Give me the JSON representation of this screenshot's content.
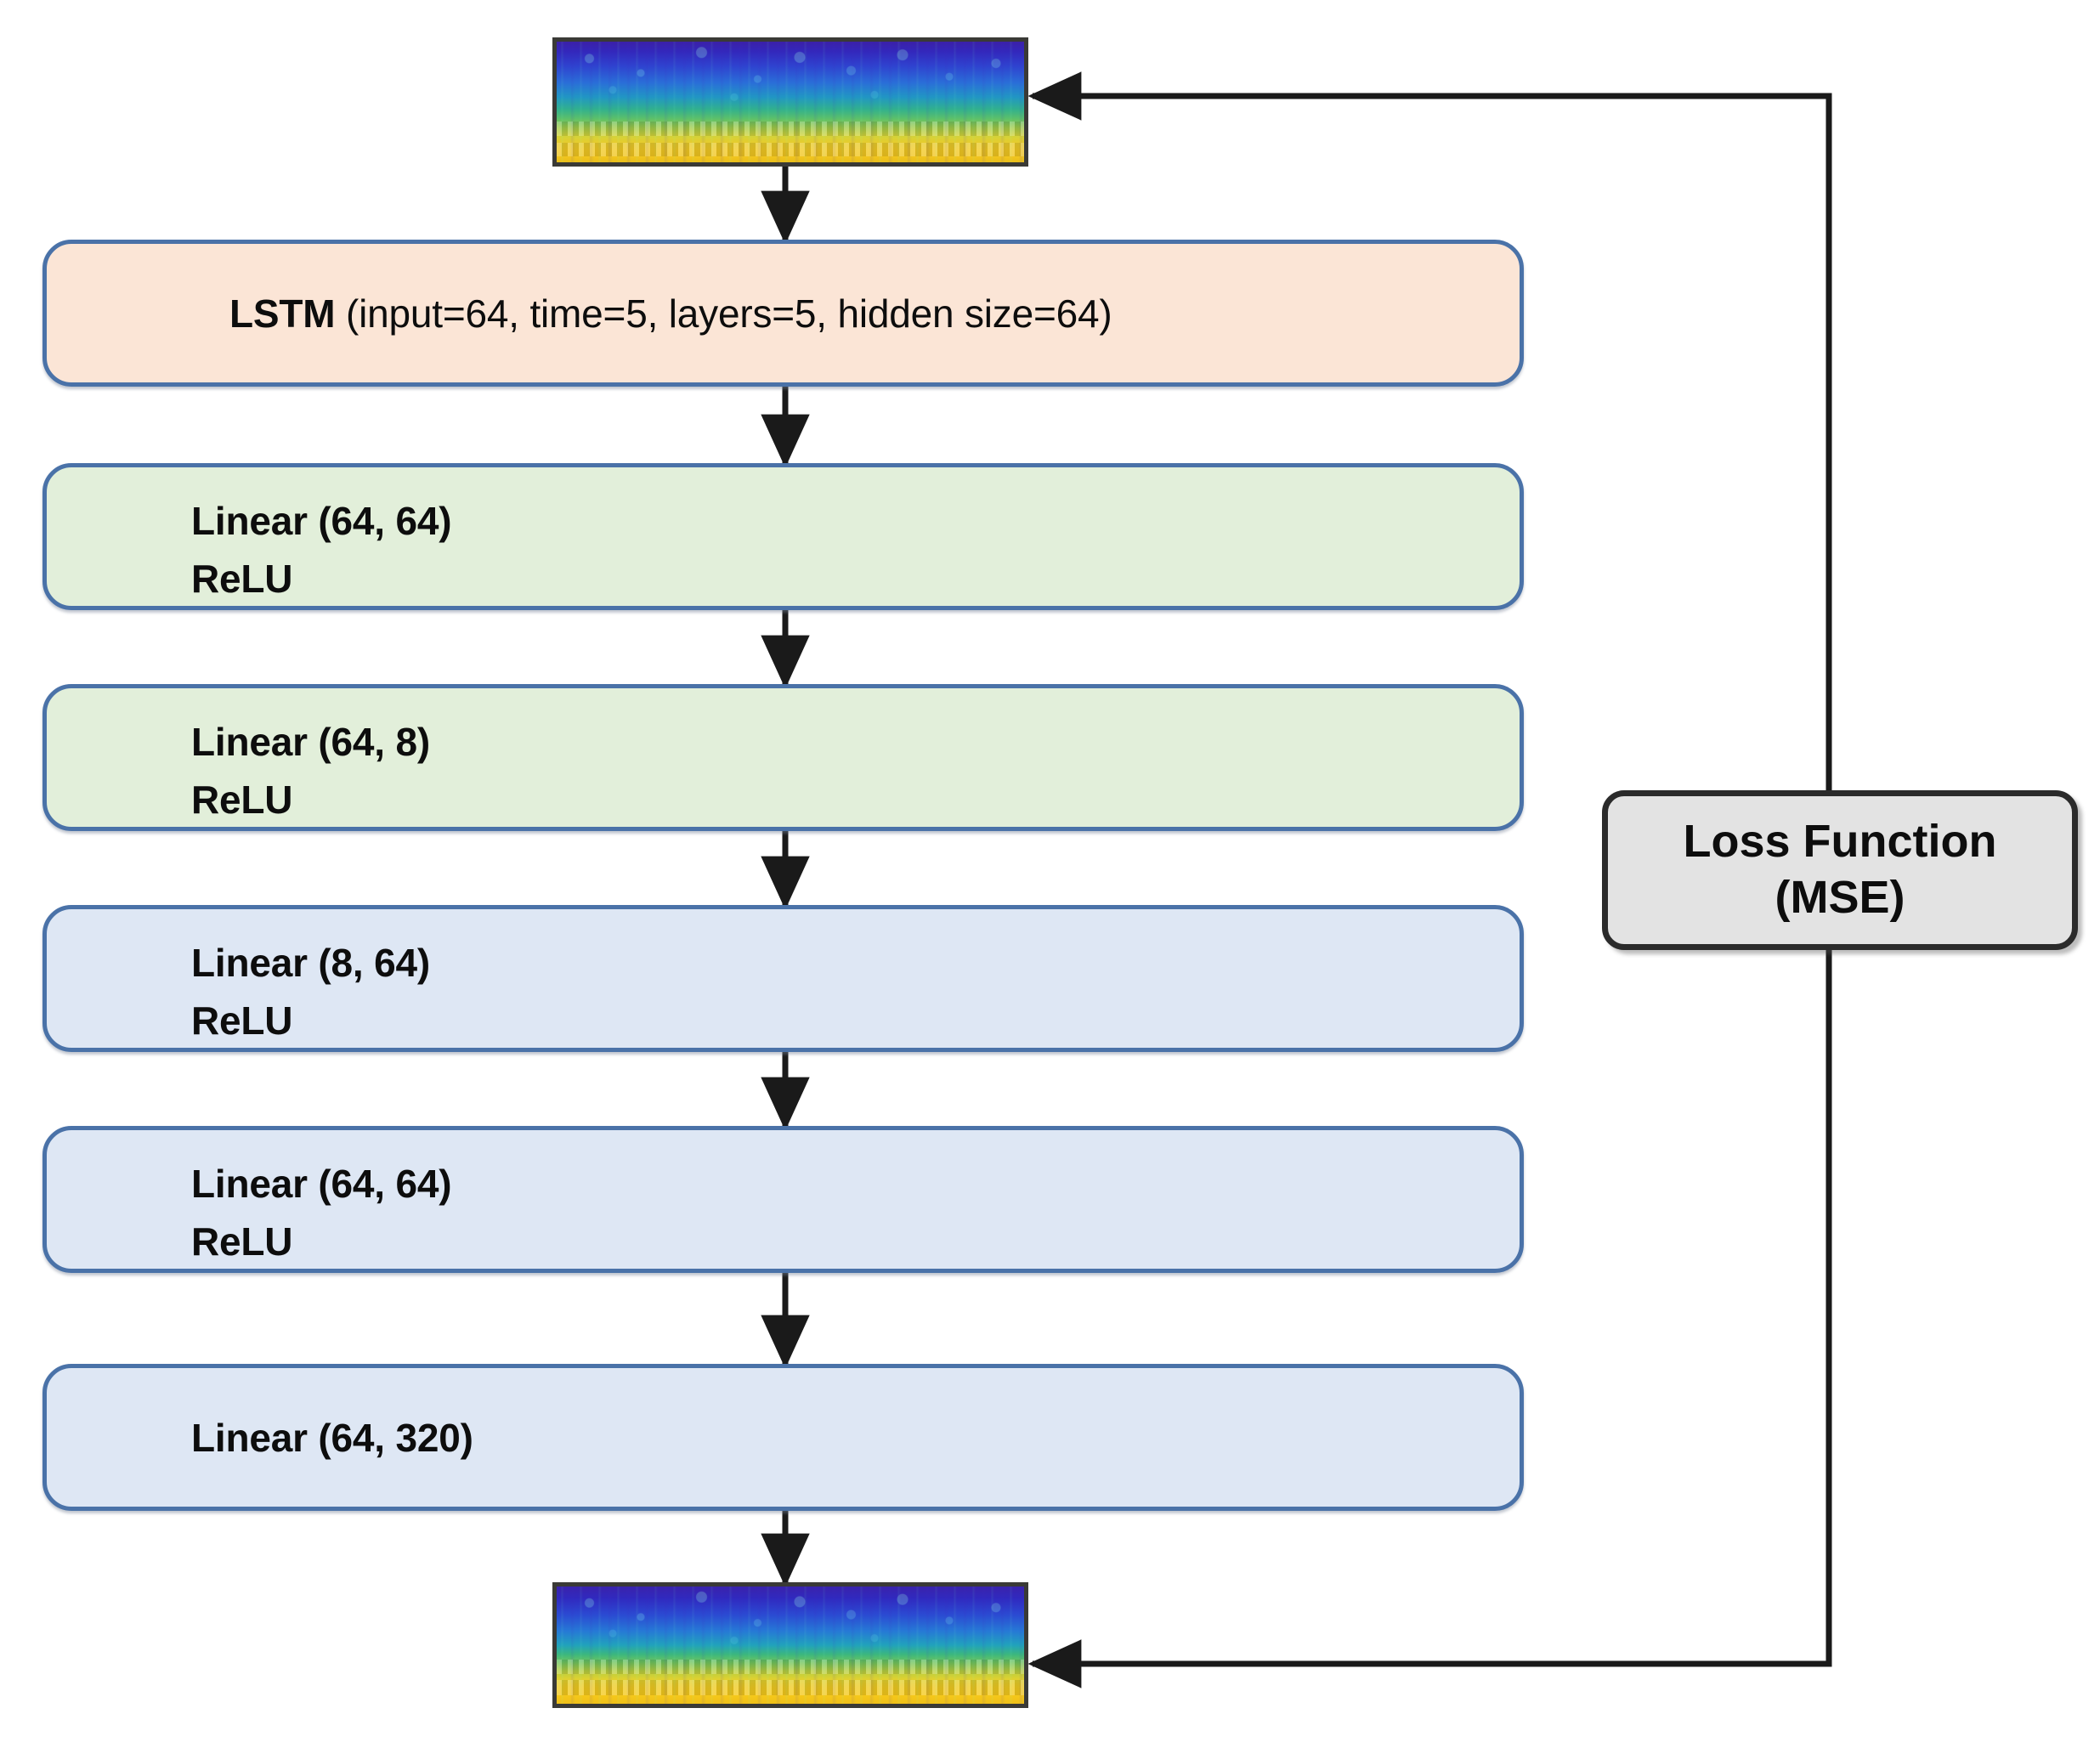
{
  "diagram": {
    "title": "LSTM Autoencoder training flow",
    "colors": {
      "box_border_blue": "#4a72a8",
      "fill_peach": "#fbe5d6",
      "fill_green": "#e2efda",
      "fill_blue": "#dee7f4",
      "loss_fill": "#e3e3e3",
      "loss_border": "#2b2b2b",
      "arrow": "#1a1a1a"
    },
    "input_image": {
      "name": "input-spectrogram",
      "kind": "spectrogram"
    },
    "output_image": {
      "name": "reconstructed-spectrogram",
      "kind": "spectrogram"
    },
    "layers": [
      {
        "id": "lstm",
        "fill": "peach",
        "bold_prefix": "LSTM",
        "rest": " (input=64,  time=5, layers=5, hidden size=64)",
        "line2": ""
      },
      {
        "id": "linear-64-64-a",
        "fill": "green",
        "line1": "Linear (64, 64)",
        "line2": "ReLU"
      },
      {
        "id": "linear-64-8",
        "fill": "green",
        "line1": "Linear (64, 8)",
        "line2": "ReLU"
      },
      {
        "id": "linear-8-64",
        "fill": "blue",
        "line1": "Linear (8, 64)",
        "line2": "ReLU"
      },
      {
        "id": "linear-64-64-b",
        "fill": "blue",
        "line1": "Linear (64, 64)",
        "line2": "ReLU"
      },
      {
        "id": "linear-64-320",
        "fill": "blue",
        "line1": "Linear (64, 320)",
        "line2": ""
      }
    ],
    "loss": {
      "line1": "Loss Function",
      "line2": "(MSE)"
    }
  }
}
